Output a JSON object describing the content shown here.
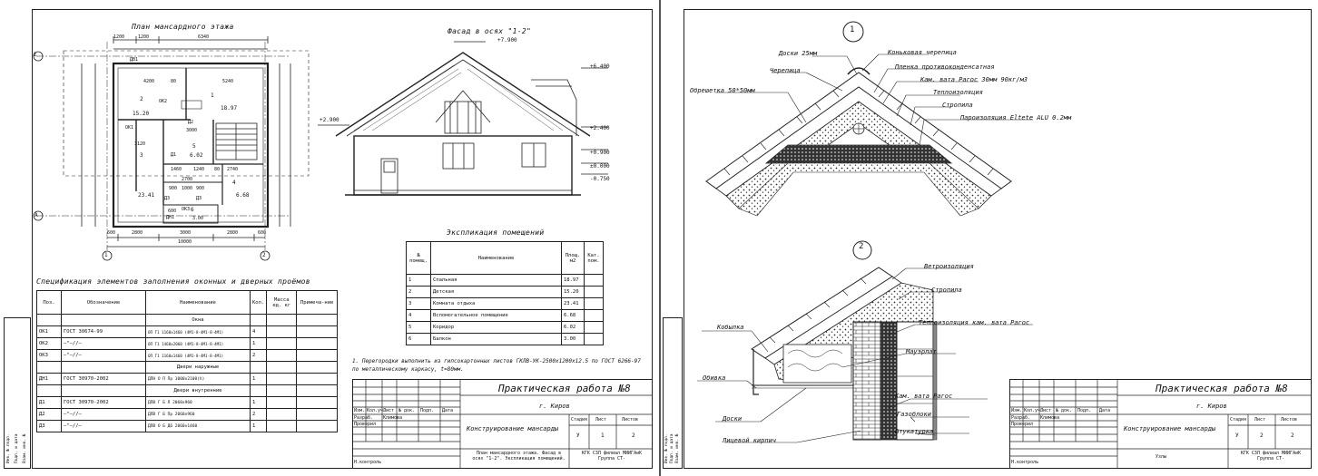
{
  "sheet1": {
    "plan_title": "План мансардного этажа",
    "facade_title": "Фасад в осях \"1-2\"",
    "plan_dims_top": [
      "1200",
      "1200",
      "6340"
    ],
    "plan_dims_bottom": [
      "600",
      "2800",
      "3000",
      "2800",
      "600"
    ],
    "plan_total": "10000",
    "axis_labels": {
      "E": "Е",
      "A": "А",
      "one": "1",
      "two": "2"
    },
    "room_numbers": [
      "1",
      "2",
      "3",
      "4",
      "5",
      "6"
    ],
    "room_areas": [
      "18.97",
      "15.20",
      "23.41",
      "6.68",
      "6.02",
      "3.00"
    ],
    "plan_inner_dims": [
      "4200",
      "80",
      "5240",
      "3000",
      "3120",
      "1460",
      "1240",
      "80",
      "2740",
      "2700",
      "900",
      "1000",
      "900",
      "600"
    ],
    "plan_door_labels": [
      "ДВ1",
      "ДН1",
      "Д3",
      "Д3",
      "Д1",
      "Д2",
      "ОК2",
      "ОК3",
      "ОК1"
    ],
    "levels": [
      "+7.900",
      "+6.400",
      "+2.900",
      "+2.400",
      "+0.900",
      "±0.000",
      "-0.750"
    ],
    "spec": {
      "title": "Спецификация элементов заполнения оконных и дверных проёмов",
      "headers": [
        "Поз.",
        "Обозначение",
        "Наименование",
        "Кол.",
        "Масса ед. кг",
        "Примеча-ние"
      ],
      "group_window": "Окна",
      "group_door_out": "Двери наружные",
      "group_door_in": "Двери внутренние",
      "rows_windows": [
        [
          "ОК1",
          "ГОСТ 30674-99",
          "ОП Г1 1160x1460 (4М1-8-4М1-8-4М1)",
          "4"
        ],
        [
          "ОК2",
          "—\"—//—",
          "ОП Г1 1460x2060 (4М1-8-4М1-8-4М1)",
          "1"
        ],
        [
          "ОК3",
          "—\"—//—",
          "ОП Г1 1160x1460 (4М1-8-4М1-8-4М1)",
          "2"
        ]
      ],
      "rows_door_out": [
        [
          "ДН1",
          "ГОСТ 30970-2002",
          "ДПН О П Пр 1000x2100(h)",
          "1"
        ]
      ],
      "rows_door_in": [
        [
          "Д1",
          "ГОСТ 30970-2002",
          "ДПВ Г Б Л 2060x960",
          "1"
        ],
        [
          "Д2",
          "—\"—//—",
          "ДПВ Г Б Пр 2060x960",
          "2"
        ],
        [
          "Д3",
          "—\"—//—",
          "ДПВ О Б Д6 2060x1460",
          "1"
        ]
      ]
    },
    "expl": {
      "title": "Экспликация помещений",
      "headers": [
        "№ помещ.",
        "Наименование",
        "Площ. м2",
        "Кат. пом."
      ],
      "rows": [
        [
          "1",
          "Спальная",
          "18.97"
        ],
        [
          "2",
          "Детская",
          "15.20"
        ],
        [
          "3",
          "Комната отдыха",
          "23.41"
        ],
        [
          "4",
          "Вспомогательное помещение",
          "6.68"
        ],
        [
          "5",
          "Коридор",
          "6.02"
        ],
        [
          "6",
          "Балкон",
          "3.00"
        ]
      ]
    },
    "note": "1. Перегородки выполнить из гипсокартонных листов ГКЛВ-УК-2500x1200x12.5 по ГОСТ 6266-97 по металлическому каркасу, t=80мм.",
    "stamp": {
      "work_title": "Практическая работа №8",
      "city": "г. Киров",
      "subject": "Конструирование мансарды",
      "stage_label": "Стадия",
      "sheet_label": "Лист",
      "sheets_label": "Листов",
      "stage": "У",
      "sheet": "1",
      "sheets": "2",
      "content": "План мансардного этажа. Фасад в осях \"1-2\". Экспликация помещений.",
      "org": "КГК СЗЛ филиал МИИГАиК Группа СТ-",
      "col_labels": [
        "Изм.",
        "Кол.уч.",
        "Лист",
        "№ док.",
        "Подп.",
        "Дата"
      ],
      "developed": "Разраб.",
      "checked": "Проверил",
      "teacher": "Климова",
      "norm": "Н.контроль"
    },
    "side_labels": [
      "Инв. № подл.",
      "Подп. и дата",
      "Взам. инв. №"
    ]
  },
  "sheet2": {
    "node1": "1",
    "node2": "2",
    "callouts1": [
      "Доски 25мм",
      "Коньковая черепица",
      "Черепица",
      "Пленка противоконденсатная",
      "Обрешетка 50*50мм",
      "Кам. вата Рагос 30мм 90кг/м3",
      "Теплоизоляция",
      "Стропила",
      "Пароизоляция Eltete ALU 0.2мм"
    ],
    "callouts2": [
      "Ветроизоляция",
      "Стропила",
      "Кобылка",
      "Теплоизоляция кам. вата Рагос",
      "Мауэрлат",
      "Обивка",
      "Кам. вата Рагос",
      "Доски",
      "Газоблоки",
      "Штукатурка",
      "Лицевой кирпич"
    ],
    "stamp": {
      "work_title": "Практическая работа №8",
      "city": "г. Киров",
      "subject": "Конструирование мансарды",
      "stage_label": "Стадия",
      "sheet_label": "Лист",
      "sheets_label": "Листов",
      "stage": "У",
      "sheet": "2",
      "sheets": "2",
      "content": "Узлы",
      "org": "КГК СЗЛ филиал МИИГАиК Группа СТ-",
      "col_labels": [
        "Изм.",
        "Кол.уч.",
        "Лист",
        "№ док.",
        "Подп.",
        "Дата"
      ],
      "developed": "Разраб.",
      "checked": "Проверил",
      "teacher": "Климова",
      "norm": "Н.контроль"
    },
    "side_labels": [
      "Инв. № подл.",
      "Подп. и дата",
      "Взам. инв. №"
    ]
  },
  "colors": {
    "line": "#222222",
    "hatch": "#444444",
    "paper": "#ffffff"
  }
}
